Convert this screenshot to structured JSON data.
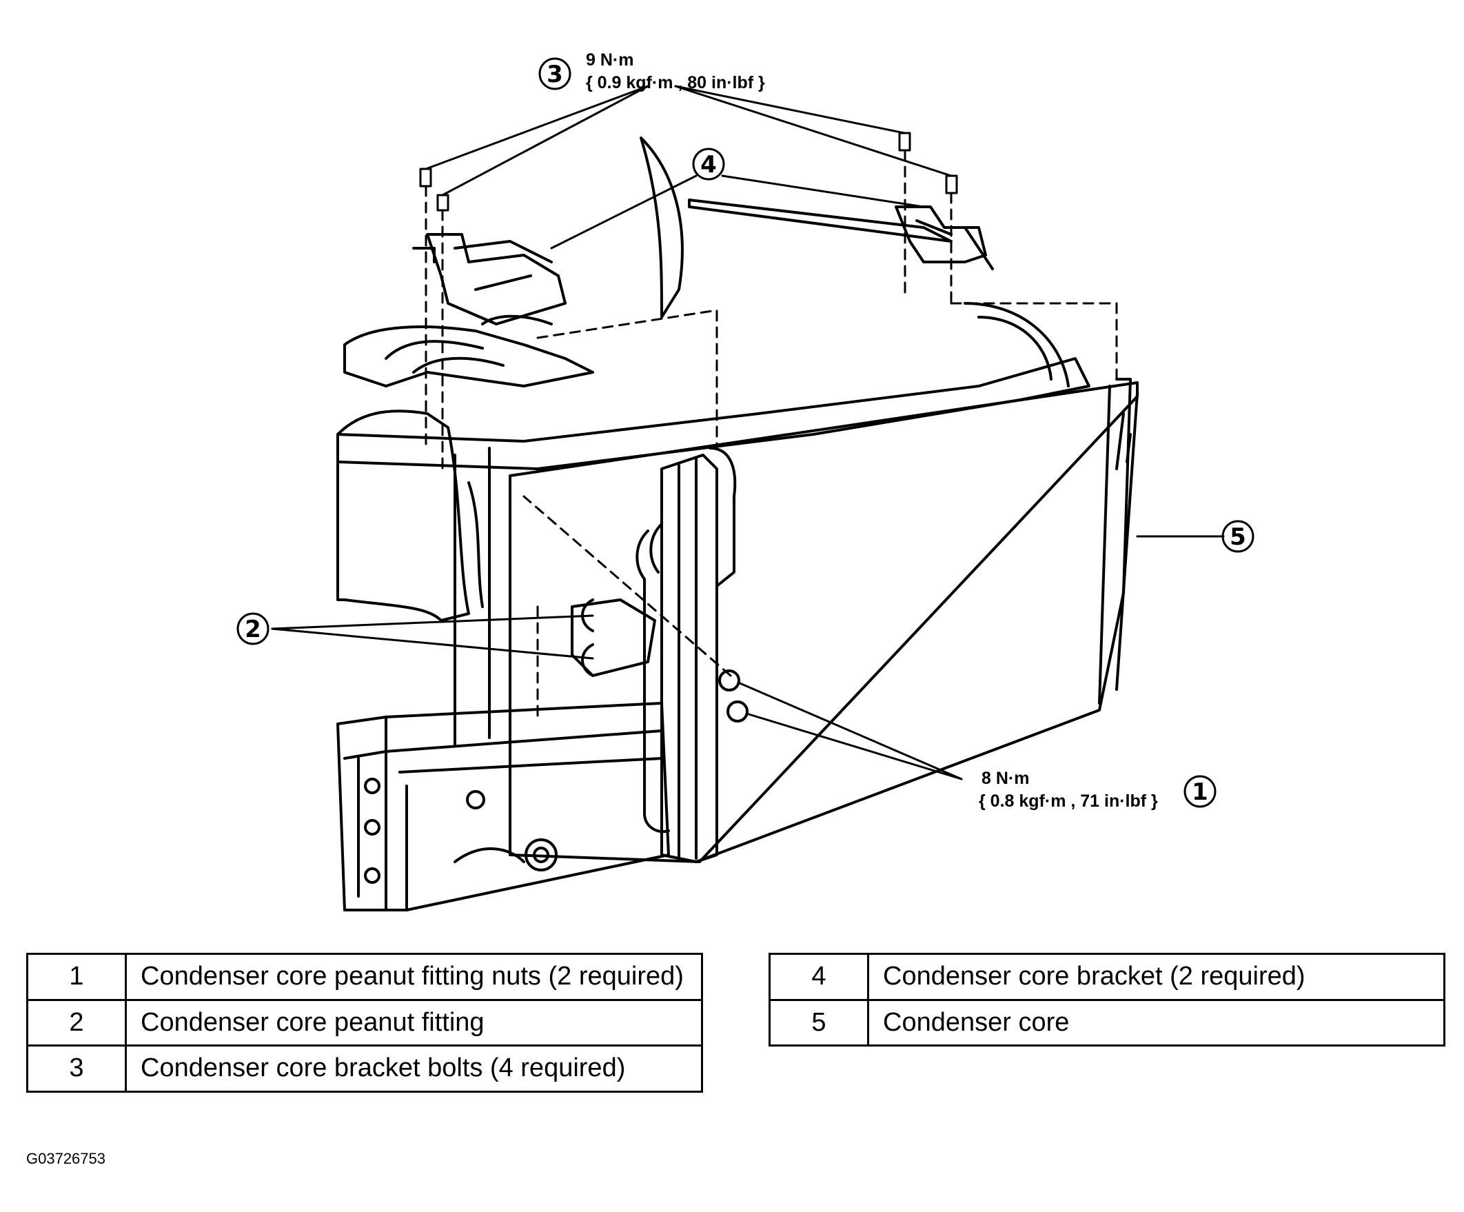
{
  "callouts": {
    "c1": {
      "number": "1",
      "torque": "8 N·m",
      "torque_alt": "{ 0.8 kgf·m , 71 in·lbf }"
    },
    "c2": {
      "number": "2"
    },
    "c3": {
      "number": "3",
      "torque": "9 N·m",
      "torque_alt": "{ 0.9 kgf·m , 80 in·lbf }"
    },
    "c4": {
      "number": "4"
    },
    "c5": {
      "number": "5"
    }
  },
  "legend_left": [
    {
      "number": "1",
      "description": "Condenser core peanut fitting nuts (2 required)"
    },
    {
      "number": "2",
      "description": "Condenser core peanut fitting"
    },
    {
      "number": "3",
      "description": "Condenser core bracket bolts (4 required)"
    }
  ],
  "legend_right": [
    {
      "number": "4",
      "description": "Condenser core bracket (2 required)"
    },
    {
      "number": "5",
      "description": "Condenser core"
    }
  ],
  "figure_id": "G03726753"
}
